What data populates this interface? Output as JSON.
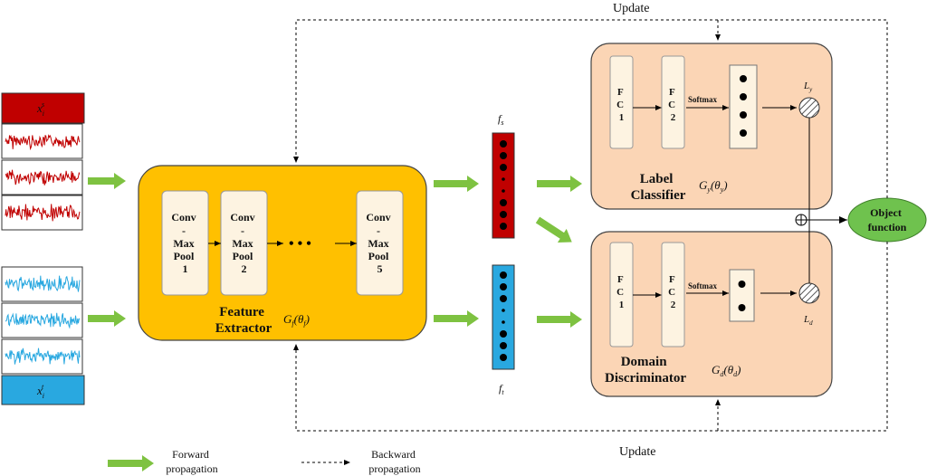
{
  "colors": {
    "source_red": "#c00000",
    "target_blue": "#29a8e0",
    "extractor_fill": "#ffc000",
    "extractor_stroke": "#d79b00",
    "classifier_fill": "#fbd5b5",
    "inner_fill": "#fdf3e1",
    "object_fill": "#6fc24e",
    "arrow_green": "#7ec241"
  },
  "icons": {
    "source_signal": "waveform-icon",
    "target_signal": "waveform-icon",
    "sum": "circle-plus-icon",
    "loss": "hatched-circle-icon",
    "feature_vector": "dot-column-icon"
  },
  "inputs": {
    "source_label": "x",
    "source_sub": "i",
    "source_sup": "s",
    "target_label": "x",
    "target_sub": "i",
    "target_sup": "t"
  },
  "feature_extractor": {
    "title_line1": "Feature",
    "title_line2": "Extractor",
    "func": "G",
    "func_sub": "f",
    "param_theta": "θ",
    "param_sub": "f",
    "dots": "• • •",
    "blocks": [
      {
        "l1": "Conv",
        "l2": "-",
        "l3": "Max",
        "l4": "Pool",
        "l5": "1"
      },
      {
        "l1": "Conv",
        "l2": "-",
        "l3": "Max",
        "l4": "Pool",
        "l5": "2"
      },
      {
        "l1": "Conv",
        "l2": "-",
        "l3": "Max",
        "l4": "Pool",
        "l5": "5"
      }
    ]
  },
  "features": {
    "source": {
      "label": "f",
      "sub": "s"
    },
    "target": {
      "label": "f",
      "sub": "t"
    }
  },
  "label_classifier": {
    "title_line1": "Label",
    "title_line2": "Classifier",
    "func": "G",
    "func_sub": "y",
    "param_theta": "θ",
    "param_sub": "y",
    "fc1": [
      "F",
      "C",
      "1"
    ],
    "fc2": [
      "F",
      "C",
      "2"
    ],
    "softmax": "Softmax",
    "loss": "L",
    "loss_sub": "y"
  },
  "domain_discriminator": {
    "title_line1": "Domain",
    "title_line2": "Discriminator",
    "func": "G",
    "func_sub": "d",
    "param_theta": "θ",
    "param_sub": "d",
    "fc1": [
      "F",
      "C",
      "1"
    ],
    "fc2": [
      "F",
      "C",
      "2"
    ],
    "softmax": "Softmax",
    "loss": "L",
    "loss_sub": "d"
  },
  "object_function": {
    "line1": "Object",
    "line2": "function"
  },
  "update_top": "Update",
  "update_bottom": "Update",
  "legend": {
    "forward_line1": "Forward",
    "forward_line2": "propagation",
    "backward_line1": "Backward",
    "backward_line2": "propagation"
  }
}
